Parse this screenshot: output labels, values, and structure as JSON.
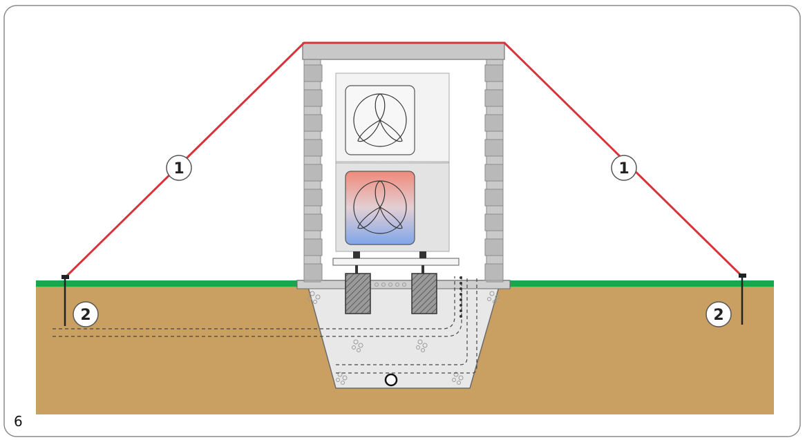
{
  "figure": {
    "number": "6"
  },
  "callouts": [
    {
      "label": "1",
      "meaning": "tension-cable"
    },
    {
      "label": "1",
      "meaning": "tension-cable"
    },
    {
      "label": "2",
      "meaning": "ground-anchor"
    },
    {
      "label": "2",
      "meaning": "ground-anchor"
    }
  ],
  "colors": {
    "frame": "#8a8a8a",
    "soil": "#c9a062",
    "grass": "#1aa64a",
    "cable": "#d8323a",
    "concrete": "#e8e8e8",
    "brick": "#b9b9b9",
    "unit": "#f2f2f2",
    "gradient_warm": "#f08a7a",
    "gradient_cool": "#7fa6ea"
  }
}
